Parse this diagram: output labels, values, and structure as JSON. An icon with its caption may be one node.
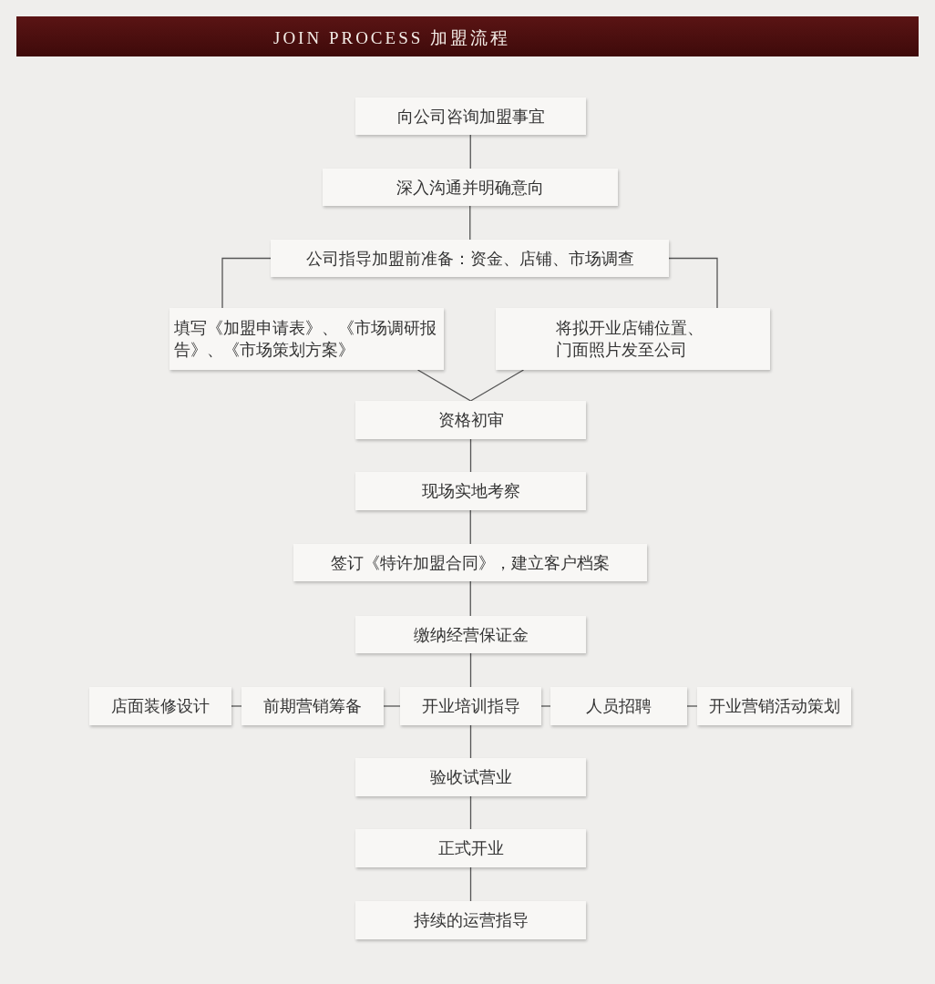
{
  "diagram": {
    "title": "JOIN PROCESS 加盟流程",
    "nodes": [
      {
        "text": [
          "向公司咨询加盟事宜"
        ]
      },
      {
        "text": [
          "深入沟通并明确意向"
        ]
      },
      {
        "text": [
          "公司指导加盟前准备：资金、店铺、市场调查"
        ]
      },
      {
        "text": [
          "填写《加盟申请表》、《市场调研报告》、《市场策划方案》"
        ]
      },
      {
        "text": [
          "将拟开业店铺位置、门面照片发至公司"
        ]
      },
      {
        "text": [
          "资格初审"
        ]
      },
      {
        "text": [
          "现场实地考察"
        ]
      },
      {
        "text": [
          "签订《特许加盟合同》，建立客户档案"
        ]
      },
      {
        "text": [
          "缴纳经营保证金"
        ]
      },
      {
        "text": [
          "店面装修设计"
        ]
      },
      {
        "text": [
          "前期营销筹备"
        ]
      },
      {
        "text": [
          "开业培训指导"
        ]
      },
      {
        "text": [
          "人员招聘"
        ]
      },
      {
        "text": [
          "开业营销活动策划"
        ]
      },
      {
        "text": [
          "验收试营业"
        ]
      },
      {
        "text": [
          "正式开业"
        ]
      },
      {
        "text": [
          "持续的运营指导"
        ]
      }
    ],
    "edges": [
      {
        "from": 0,
        "to": 1,
        "arrow": "none"
      },
      {
        "from": 1,
        "to": 2,
        "arrow": "none"
      },
      {
        "from": 2,
        "to": 3,
        "arrow": "none"
      },
      {
        "from": 2,
        "to": 4,
        "arrow": "none"
      },
      {
        "from": 3,
        "to": 5,
        "arrow": "none"
      },
      {
        "from": 4,
        "to": 5,
        "arrow": "none"
      },
      {
        "from": 5,
        "to": 6,
        "arrow": "none"
      },
      {
        "from": 6,
        "to": 7,
        "arrow": "none"
      },
      {
        "from": 7,
        "to": 8,
        "arrow": "none"
      },
      {
        "from": 8,
        "to": 11,
        "arrow": "none"
      },
      {
        "from": 9,
        "to": 10,
        "arrow": "none"
      },
      {
        "from": 10,
        "to": 11,
        "arrow": "none"
      },
      {
        "from": 11,
        "to": 12,
        "arrow": "none"
      },
      {
        "from": 12,
        "to": 13,
        "arrow": "none"
      },
      {
        "from": 11,
        "to": 14,
        "arrow": "none"
      },
      {
        "from": 14,
        "to": 15,
        "arrow": "none"
      },
      {
        "from": 15,
        "to": 16,
        "arrow": "none"
      }
    ]
  }
}
